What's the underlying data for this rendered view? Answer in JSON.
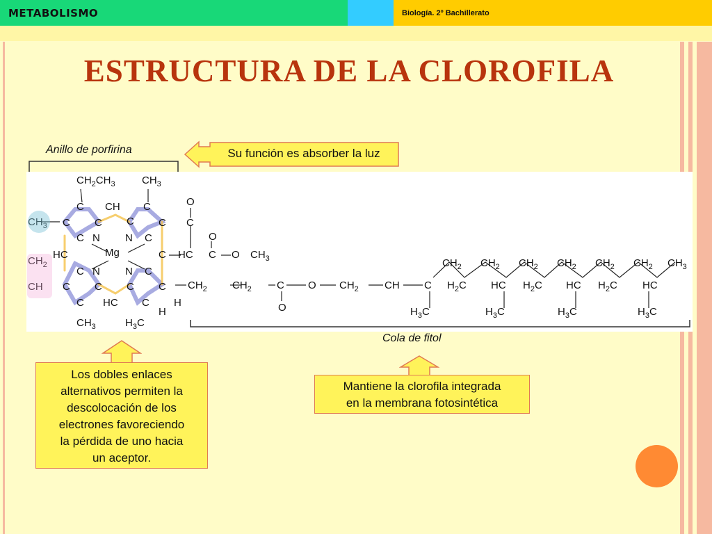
{
  "header": {
    "section": "METABOLISMO",
    "course": "Biología. 2º Bachillerato"
  },
  "title": "ESTRUCTURA DE LA CLOROFILA",
  "labels": {
    "porphyrin": "Anillo de porfirina",
    "phytol": "Cola de fitol"
  },
  "callouts": {
    "light": "Su función es absorber la luz",
    "double_bonds": [
      "Los dobles enlaces",
      "alternativos permiten la",
      "descolocación de los",
      "electrones favoreciendo",
      "la pérdida de uno hacia",
      "un aceptor."
    ],
    "phytol_tail": [
      "Mantiene la clorofila integrada",
      "en la membrana fotosintética"
    ]
  },
  "colors": {
    "title": "#b8340d",
    "callout_fill": "#fff35a",
    "callout_border": "#e07a52",
    "accent_circle": "#ff8a33"
  }
}
